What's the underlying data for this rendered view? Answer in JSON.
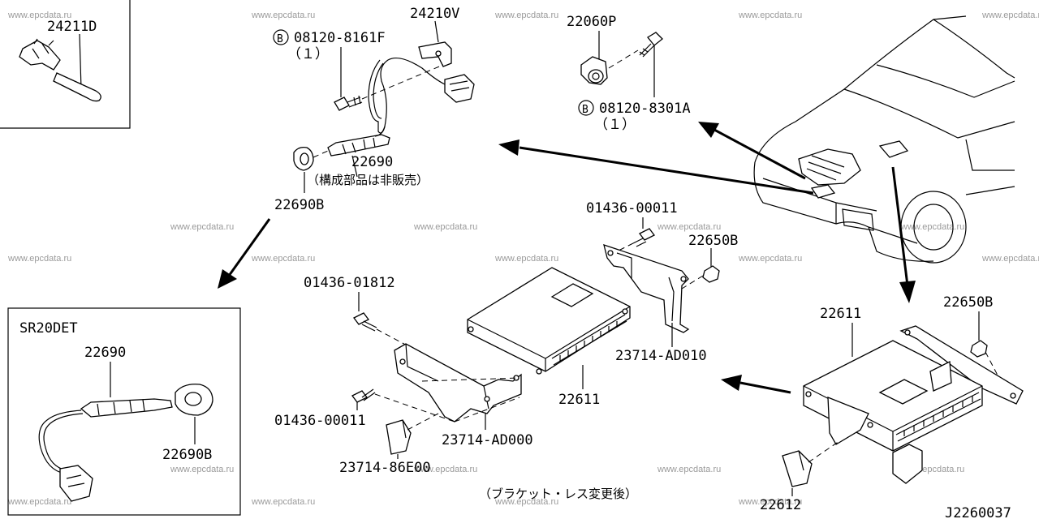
{
  "watermark": "www.epcdata.ru",
  "diagram_code": "J2260037",
  "insets": {
    "clip_part": "24211D",
    "engine_label": "SR20DET",
    "sensor_part": "22690",
    "nut_part": "22690B"
  },
  "labels": {
    "p24210V": "24210V",
    "p08120_8161F": "08120-8161F",
    "qty_8161F": "（１）",
    "p22690": "22690",
    "p22690_note": "（構成部品は非販売）",
    "p22690B": "22690B",
    "p22060P": "22060P",
    "p08120_8301A": "08120-8301A",
    "qty_8301A": "（１）",
    "p01436_00011_top": "01436-00011",
    "p22650B_mid": "22650B",
    "p01436_01812": "01436-01812",
    "p23714_AD010": "23714-AD010",
    "p22611_mid": "22611",
    "p01436_00011_bot": "01436-00011",
    "p23714_AD000": "23714-AD000",
    "p23714_86E00": "23714-86E00",
    "p22611_right": "22611",
    "p22650B_right": "22650B",
    "p22612": "22612",
    "after_change_note": "（ブラケット・レス変更後）",
    "bolt_symbol": "B"
  }
}
